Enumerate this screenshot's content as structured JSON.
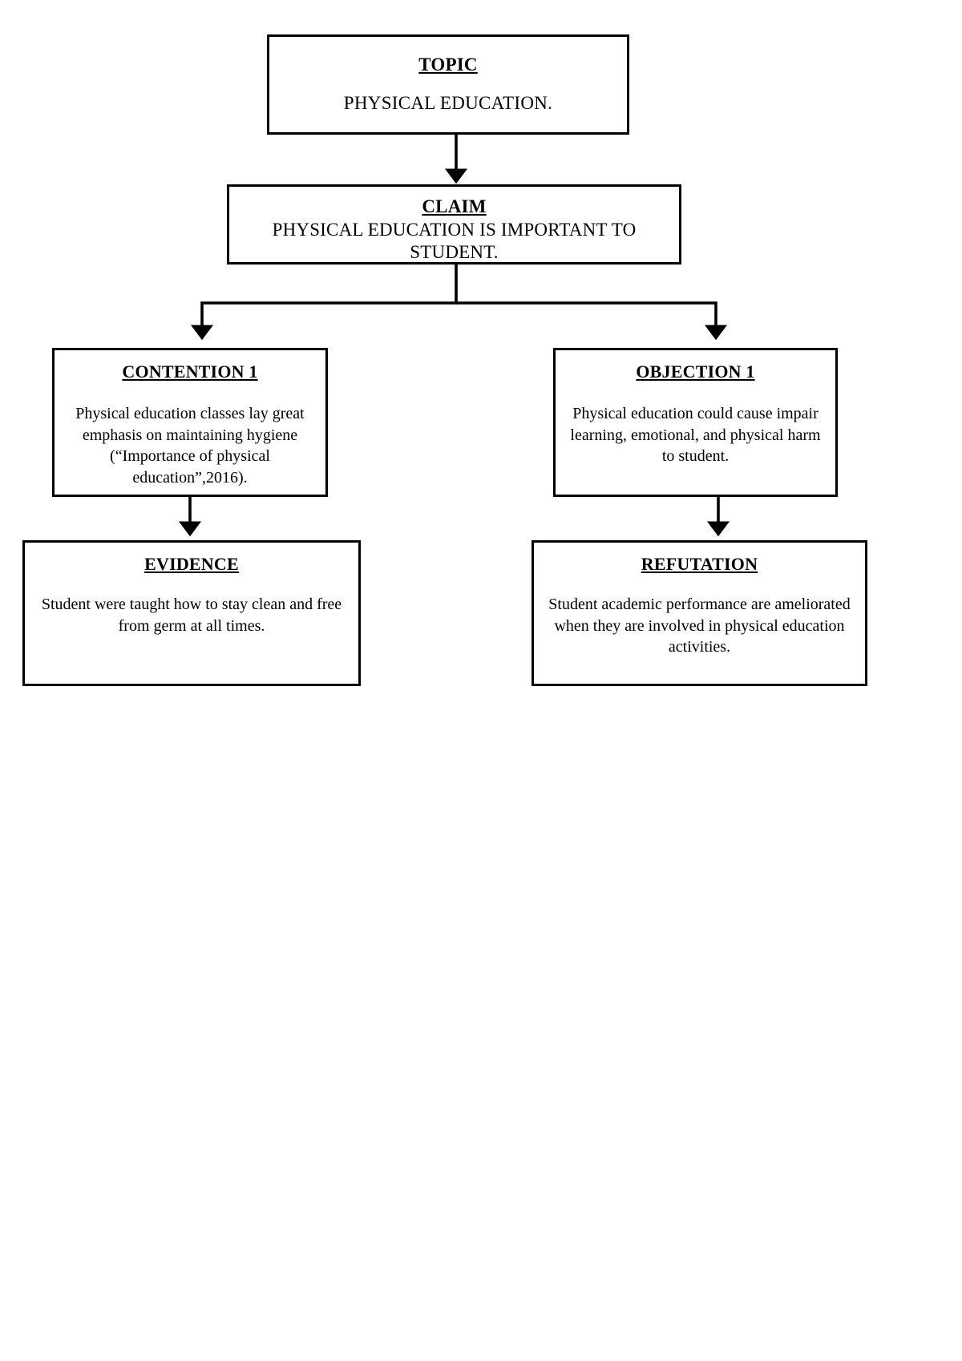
{
  "document": {
    "type": "argument-map-diagram",
    "page_background": "#ffffff",
    "line_color": "#000000"
  },
  "nodes": {
    "topic": {
      "title": "TOPIC",
      "body": "PHYSICAL EDUCATION."
    },
    "claim": {
      "title": "CLAIM",
      "body": "PHYSICAL EDUCATION IS IMPORTANT TO STUDENT."
    },
    "contention": {
      "title": "CONTENTION 1",
      "body": "Physical education classes lay great emphasis on maintaining hygiene (“Importance of physical education”,2016)."
    },
    "objection": {
      "title": "OBJECTION 1",
      "body": "Physical education could cause impair learning, emotional, and physical harm to student."
    },
    "evidence": {
      "title": "EVIDENCE",
      "body": "Student were taught how to stay clean and free from germ at all times."
    },
    "refutation": {
      "title": "REFUTATION",
      "body": "Student academic performance are ameliorated when they are involved in physical education activities."
    }
  },
  "connectors": [
    {
      "name": "topic-to-claim",
      "from": "topic",
      "to": "claim",
      "style": "straight-arrow-down"
    },
    {
      "name": "claim-to-contention",
      "from": "claim",
      "to": "contention",
      "style": "elbow-arrow-left-down"
    },
    {
      "name": "claim-to-objection",
      "from": "claim",
      "to": "objection",
      "style": "elbow-arrow-right-down"
    },
    {
      "name": "contention-to-evidence",
      "from": "contention",
      "to": "evidence",
      "style": "straight-arrow-down"
    },
    {
      "name": "objection-to-refutation",
      "from": "objection",
      "to": "refutation",
      "style": "straight-arrow-down"
    }
  ]
}
